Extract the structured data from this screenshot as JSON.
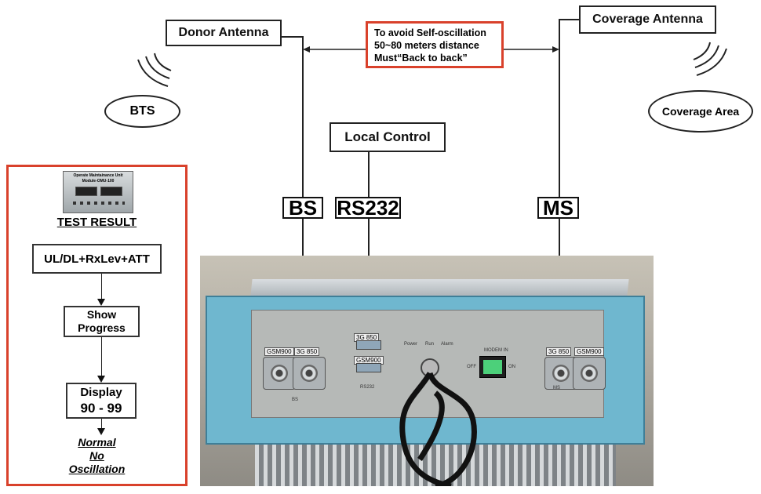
{
  "donor_antenna": "Donor Antenna",
  "coverage_antenna": "Coverage Antenna",
  "bts": "BTS",
  "coverage_area": "Coverage Area",
  "note": [
    "To avoid Self-oscillation",
    "50~80 meters distance",
    "Must“Back to back”"
  ],
  "local_control": "Local Control",
  "ports": {
    "bs": "BS",
    "rs232": "RS232",
    "ms": "MS"
  },
  "test_panel": {
    "omu_title": "Operate Maintainance Unit",
    "omu_model": "Module-OMU-100",
    "heading": "TEST RESULT",
    "step1": "UL/DL+RxLev+ATT",
    "step2_line1": "Show",
    "step2_line2": "Progress",
    "step3_line1": "Display",
    "step3_line2": "90 - 99",
    "result": [
      "Normal",
      "No",
      "Oscillation"
    ]
  },
  "device": {
    "gsm900_left": "GSM900",
    "3g_left": "3G 850",
    "bs_label": "BS",
    "3g_mid": "3G 850",
    "gsm900_mid": "GSM900",
    "rs232_label": "RS232",
    "power": "Power",
    "run": "Run",
    "alarm": "Alarm",
    "modem": "MODEM IN",
    "off": "OFF",
    "on": "ON",
    "3g_right": "3G 850",
    "gsm900_right": "GSM900",
    "ms_label": "MS"
  }
}
